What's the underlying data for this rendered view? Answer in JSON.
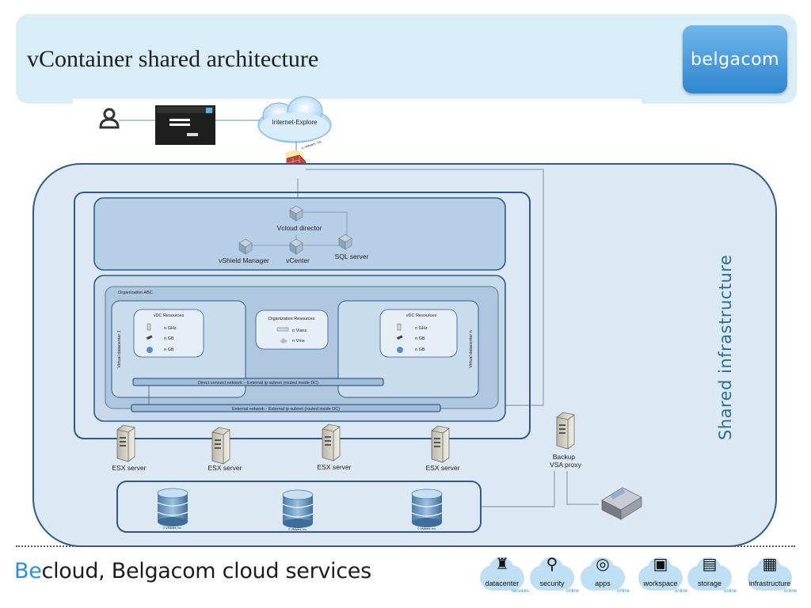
{
  "slide": {
    "title": "vContainer shared architecture",
    "logo_text": "belgacom",
    "side_label": "Shared infrastructure",
    "footer_be": "Be",
    "footer_rest": "cloud, Belgacom cloud services"
  },
  "diagram": {
    "cloud_label": "Internet-Explore",
    "cloud_caption": "© VMware, Inc.",
    "vcloud_director": "Vcloud director",
    "vshield": "vShield Manager",
    "vcenter": "vCenter",
    "sql": "SQL server",
    "org": "Organization ABC",
    "vdc_left_title": "vDC Resources",
    "vdc_right_title": "vDC Resources",
    "vdc_items": [
      "n GHz",
      "n GB",
      "n GB"
    ],
    "org_resources_title": "Organization Resources",
    "org_resources_items": [
      "n Vlans",
      "n Vms"
    ],
    "vdc_left_side": "Virtual datacenter 1",
    "vdc_right_side": "Virtual datacenter n",
    "direct_net": "Direct connect network – External ip subnet (routed inside DC)",
    "external_net": "External network - External ip subnet (routed inside DC)",
    "esx": [
      "ESX server",
      "ESX server",
      "ESX server",
      "ESX server"
    ],
    "backup": [
      "Backup",
      "VSA proxy"
    ],
    "storage_caption": "© VMware, Inc."
  },
  "services": [
    {
      "icon": "datacenter-icon",
      "name": "datacenter",
      "sub": "services"
    },
    {
      "icon": "security-icon",
      "name": "security",
      "sub": "online"
    },
    {
      "icon": "apps-icon",
      "name": "apps",
      "sub": "online"
    },
    {
      "icon": "workspace-icon",
      "name": "workspace",
      "sub": "online"
    },
    {
      "icon": "storage-icon",
      "name": "storage",
      "sub": "online"
    },
    {
      "icon": "infrastructure-icon",
      "name": "infrastructure",
      "sub": "online"
    }
  ],
  "colors": {
    "title_band": "#d8edf8",
    "infra_fill": "#dce9f4",
    "infra_border": "#2f5a87",
    "accent": "#2d8fd5"
  }
}
